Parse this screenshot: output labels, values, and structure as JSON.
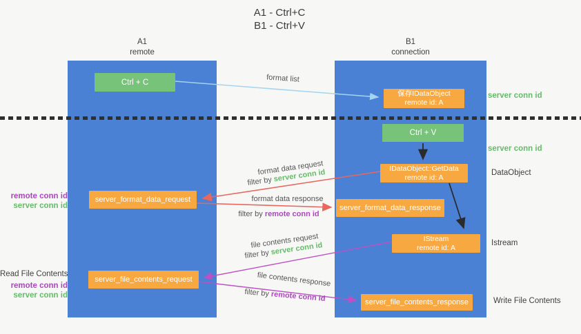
{
  "title": {
    "line1": "A1 - Ctrl+C",
    "line2": "B1 - Ctrl+V"
  },
  "columns": {
    "a1": {
      "name": "A1",
      "subtitle": "remote"
    },
    "b1": {
      "name": "B1",
      "subtitle": "connection"
    }
  },
  "boxes": {
    "ctrl_c": {
      "label": "Ctrl + C"
    },
    "save_dataobject": {
      "line1": "保存IDataObject",
      "line2": "remote id: A"
    },
    "ctrl_v": {
      "label": "Ctrl + V"
    },
    "getdata": {
      "line1": "IDataObject::GetData",
      "line2": "remote id: A"
    },
    "format_request": {
      "label": "server_format_data_request"
    },
    "format_response": {
      "label": "server_format_data_response"
    },
    "istream": {
      "line1": "IStream",
      "line2": "remote id: A"
    },
    "file_request": {
      "label": "server_file_contents_request"
    },
    "file_response": {
      "label": "server_file_contents_response"
    }
  },
  "side_labels": {
    "server_conn_id_top": "server conn id",
    "server_conn_id_mid": "server conn id",
    "dataobject": "DataObject",
    "istream": "Istream",
    "write_file_contents": "Write File Contents",
    "read_file_contents": "Read File Contents",
    "request_remote_conn_id": "remote conn id",
    "request_server_conn_id": "server conn id",
    "file_remote_conn_id": "remote conn id",
    "file_server_conn_id": "server conn id"
  },
  "arrow_labels": {
    "format_list": "format list",
    "format_data_request": "format data request",
    "filter_by_1_prefix": "filter by",
    "filter_by_1_value": "server conn id",
    "format_data_response": "format data response",
    "filter_by_2_prefix": "filter by",
    "filter_by_2_value": "remote conn id",
    "file_contents_request": "file contents request",
    "filter_by_3_prefix": "filter by",
    "filter_by_3_value": "server conn id",
    "file_contents_response": "file contents response",
    "filter_by_4_prefix": "filter by",
    "filter_by_4_value": "remote conn id"
  },
  "colors": {
    "background": "#f7f7f6",
    "column_blue": "#4a81d4",
    "box_green": "#77c37a",
    "box_orange": "#f8a840",
    "green_text": "#66bb6a",
    "purple_text": "#ab47bc",
    "red_arrow": "#e8675e",
    "magenta_arrow": "#bd50c5",
    "blue_arrow": "#a5d4f0",
    "black_arrow": "#2b2b2b"
  }
}
